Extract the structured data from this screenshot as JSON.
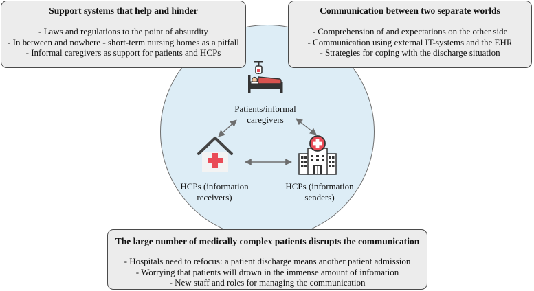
{
  "top_left": {
    "title": "Support systems that help and hinder",
    "items": [
      "- Laws and regulations to the point of absurdity",
      "- In between and nowhere - short-term nursing homes as a pitfall",
      "- Informal caregivers as support for patients and HCPs"
    ]
  },
  "top_right": {
    "title": "Communication between two separate worlds",
    "items": [
      "- Comprehension of and expectations on the other side",
      "- Communication using external IT-systems and the EHR",
      "- Strategies for coping with the discharge situation"
    ]
  },
  "bottom": {
    "title": "The large number of medically complex patients disrupts the communication",
    "items": [
      "- Hospitals need to refocus: a patient discharge means another patient admission",
      "- Worrying that patients will drown in the immense amount of infomation",
      "- New staff and roles for managing the communication"
    ]
  },
  "nodes": {
    "patients": {
      "line1": "Patients/informal",
      "line2": "caregivers",
      "icon": "hospital-bed-icon"
    },
    "receivers": {
      "line1": "HCPs (information",
      "line2": "receivers)",
      "icon": "house-medical-icon"
    },
    "senders": {
      "line1": "HCPs (information",
      "line2": "senders)",
      "icon": "hospital-building-icon"
    }
  },
  "colors": {
    "circle_fill": "#ddedf6",
    "box_fill": "#ececec",
    "medical_red": "#e94b57",
    "bed_red": "#d9534f",
    "arrow": "#6e6e6e"
  }
}
